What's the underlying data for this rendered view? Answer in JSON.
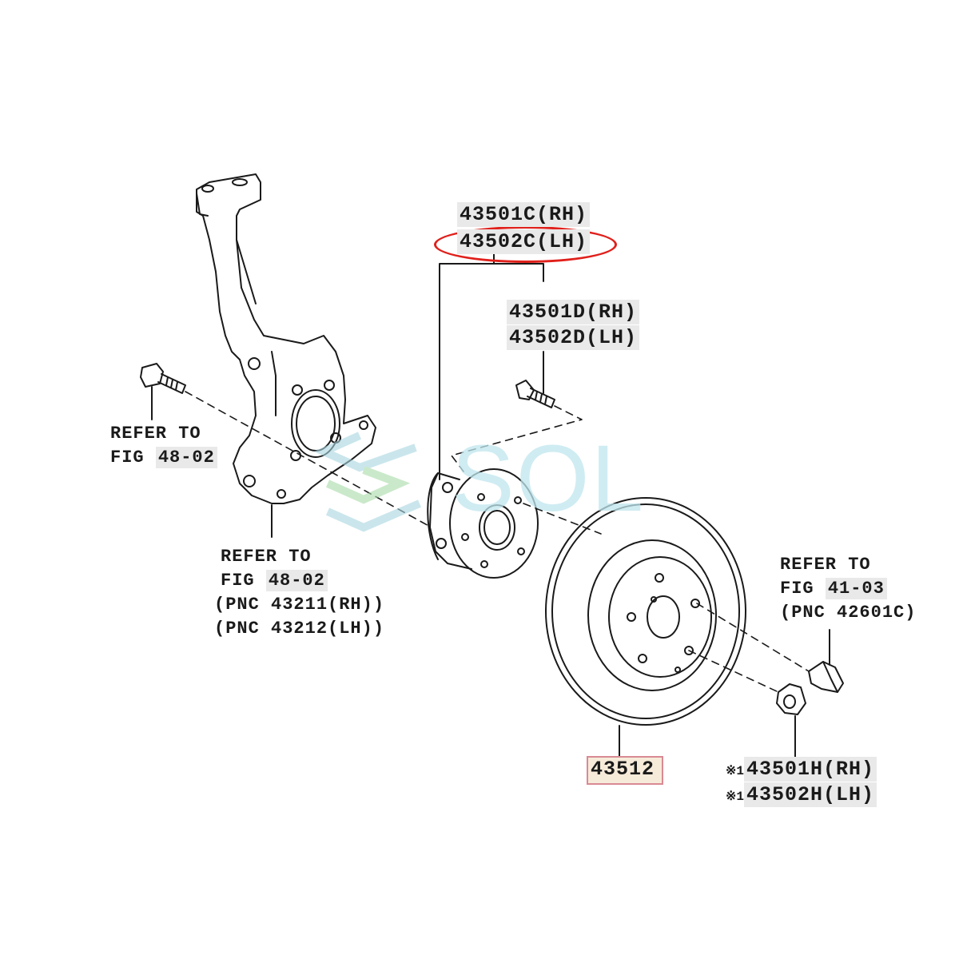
{
  "labels": {
    "hub_rh": "43501C(RH)",
    "hub_lh": "43502C(LH)",
    "bolt_rh": "43501D(RH)",
    "bolt_lh": "43502D(LH)",
    "knuckle_bolt_ref1": "REFER TO",
    "knuckle_bolt_ref2_prefix": "FIG",
    "knuckle_bolt_ref2_num": "48-02",
    "knuckle_ref1": "REFER TO",
    "knuckle_ref2_prefix": "FIG",
    "knuckle_ref2_num": "48-02",
    "knuckle_pnc_rh": "(PNC 43211(RH))",
    "knuckle_pnc_lh": "(PNC 43212(LH))",
    "lugnut_ref1": "REFER TO",
    "lugnut_ref2_prefix": "FIG",
    "lugnut_ref2_num": "41-03",
    "lugnut_pnc": "(PNC 42601C)",
    "rotor": "43512",
    "nut_mark": "※1",
    "nut_rh": "43501H(RH)",
    "nut_lh": "43502H(LH)"
  },
  "watermark": {
    "text": "SOL",
    "color": "#bfe6ee"
  },
  "colors": {
    "highlight_ring": "#e0201b",
    "highlight_box": "#d98a93",
    "ink": "#1a1a1a"
  }
}
